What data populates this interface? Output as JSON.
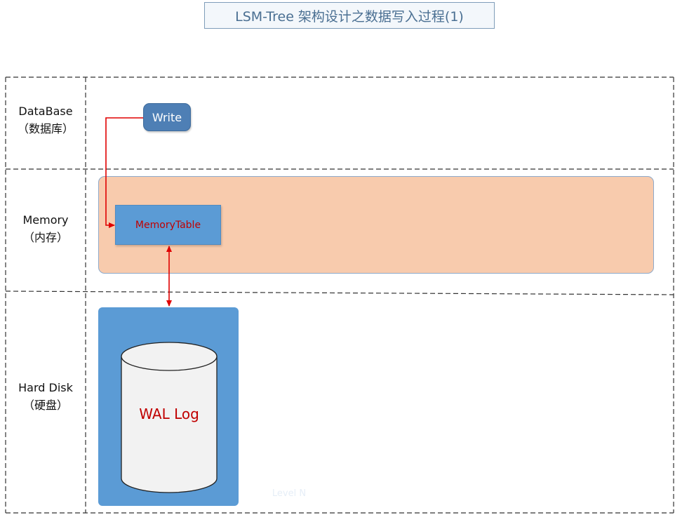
{
  "title": "LSM-Tree 架构设计之数据写入过程(1)",
  "lanes": [
    {
      "name": "DataBase",
      "sub": "（数据库）"
    },
    {
      "name": "Memory",
      "sub": "（内存）"
    },
    {
      "name": "Hard Disk",
      "sub": "（硬盘）"
    }
  ],
  "nodes": {
    "write": "Write",
    "memory_table": "MemoryTable",
    "wal_log": "WAL Log",
    "faint_label": "Level N"
  },
  "colors": {
    "arrow": "#e00000",
    "memory_fill": "#f8cbad",
    "node_blue": "#5b9bd5",
    "write_blue": "#4e7fb5",
    "label_red": "#c00000"
  }
}
